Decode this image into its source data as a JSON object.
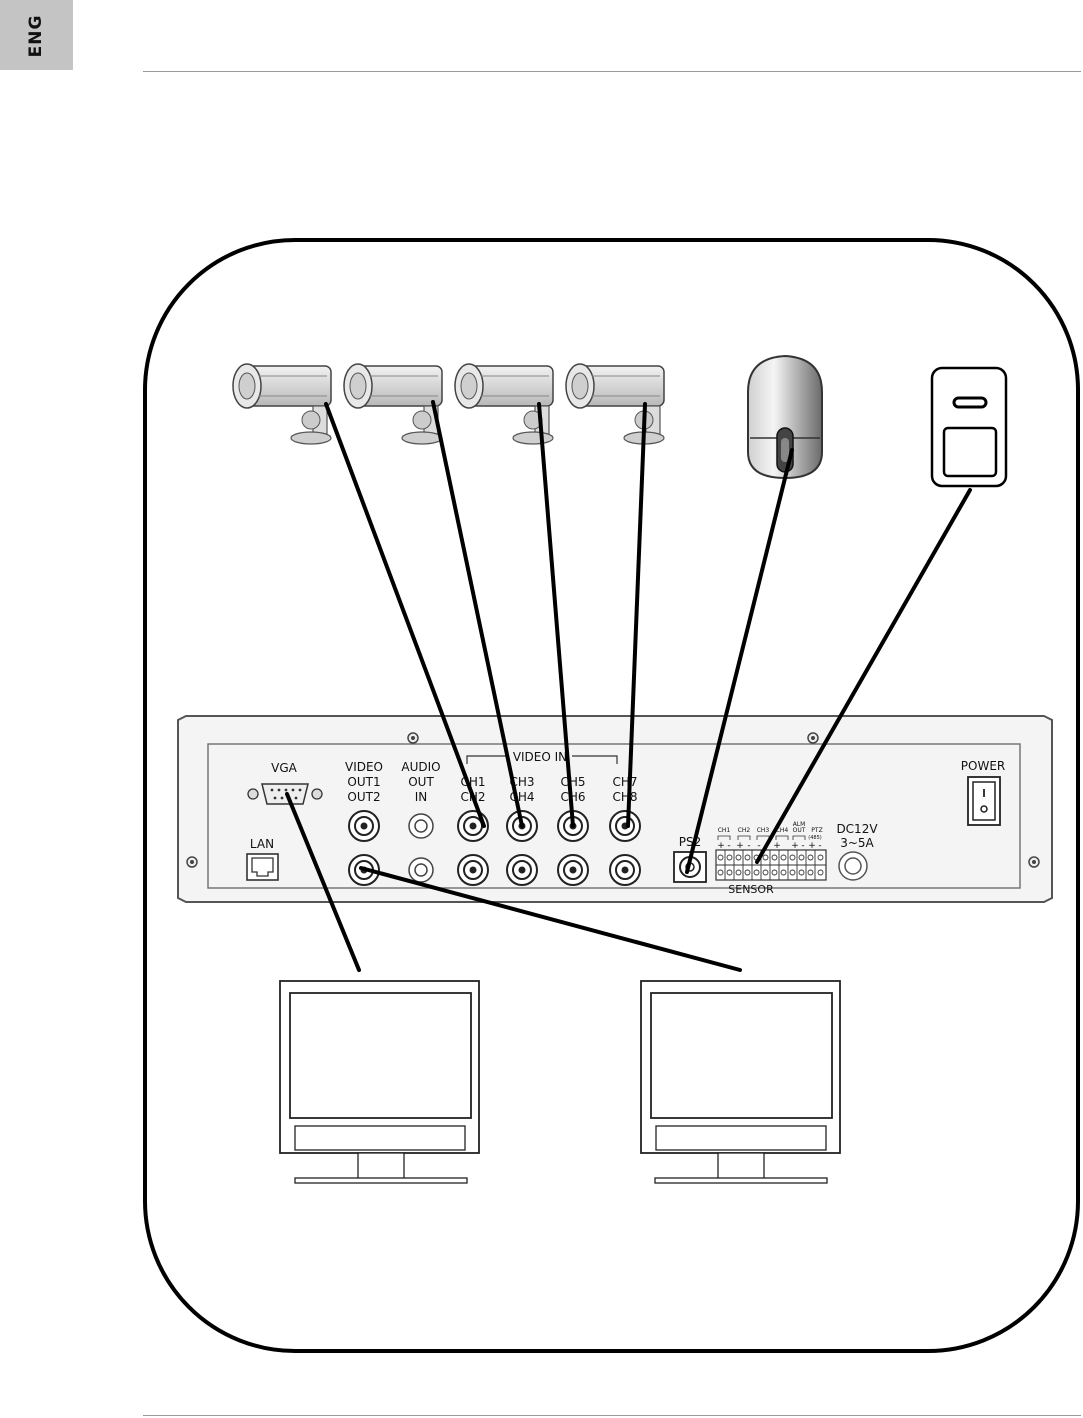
{
  "header": {
    "language_tab": "ENG"
  },
  "panel": {
    "labels": {
      "vga": "VGA",
      "lan": "LAN",
      "video_out_1": "VIDEO",
      "video_out_2": "OUT1",
      "video_out_3": "OUT2",
      "audio_1": "AUDIO",
      "audio_2": "OUT",
      "audio_3": "IN",
      "video_in": "VIDEO IN",
      "ch1": "CH1",
      "ch2": "CH2",
      "ch3": "CH3",
      "ch4": "CH4",
      "ch5": "CH5",
      "ch6": "CH6",
      "ch7": "CH7",
      "ch8": "CH8",
      "ps2": "PS2",
      "sensor": "SENSOR",
      "dc_1": "DC12V",
      "dc_2": "3~5A",
      "power": "POWER",
      "t_ch1": "CH1",
      "t_ch2": "CH2",
      "t_ch3": "CH3",
      "t_ch4": "CH4",
      "t_alm1": "ALM",
      "t_alm2": "OUT",
      "t_ptz1": "PTZ",
      "t_ptz2": "(485)",
      "t_plus": "+",
      "t_minus": "-"
    }
  }
}
